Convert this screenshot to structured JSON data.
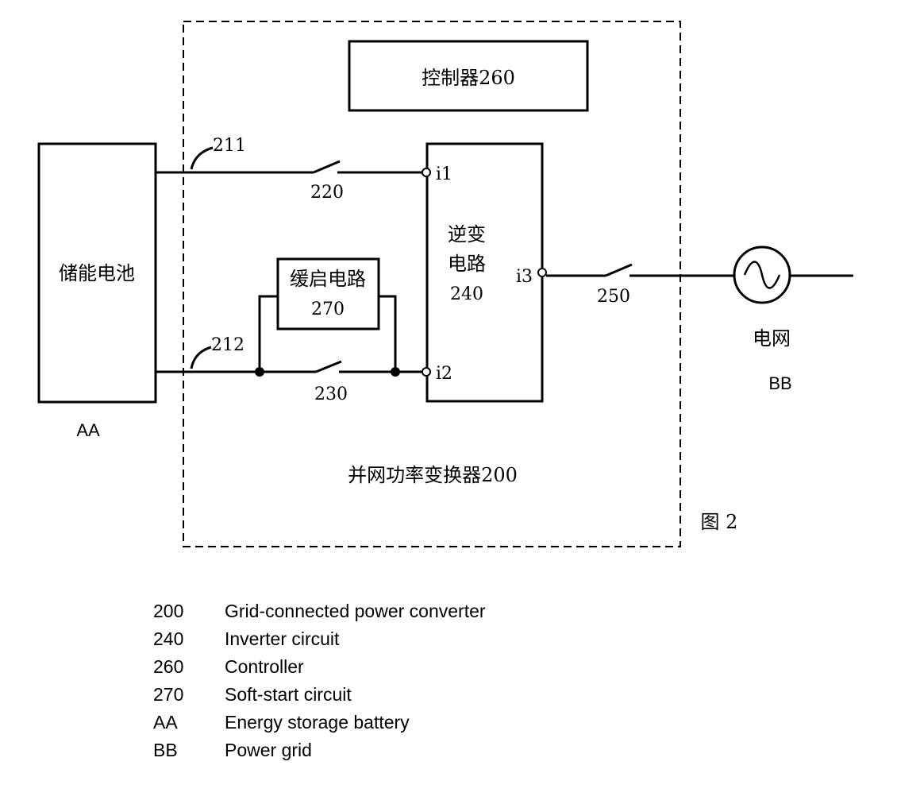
{
  "diagram": {
    "converter_label": "并网功率变换器200",
    "controller_label": "控制器260",
    "battery_label": "储能电池",
    "battery_code": "AA",
    "softstart_line1": "缓启电路",
    "softstart_line2": "270",
    "inverter_line1": "逆变",
    "inverter_line2": "电路",
    "inverter_line3": "240",
    "grid_label": "电网",
    "grid_code": "BB",
    "figure_label": "图 2",
    "line_211": "211",
    "line_212": "212",
    "switch_220": "220",
    "switch_230": "230",
    "switch_250": "250",
    "port_i1": "i1",
    "port_i2": "i2",
    "port_i3": "i3"
  },
  "legend": [
    {
      "code": "200",
      "text": "Grid-connected power converter"
    },
    {
      "code": "240",
      "text": "Inverter circuit"
    },
    {
      "code": "260",
      "text": "Controller"
    },
    {
      "code": "270",
      "text": "Soft-start circuit"
    },
    {
      "code": "AA",
      "text": "Energy storage battery"
    },
    {
      "code": "BB",
      "text": "Power grid"
    }
  ]
}
